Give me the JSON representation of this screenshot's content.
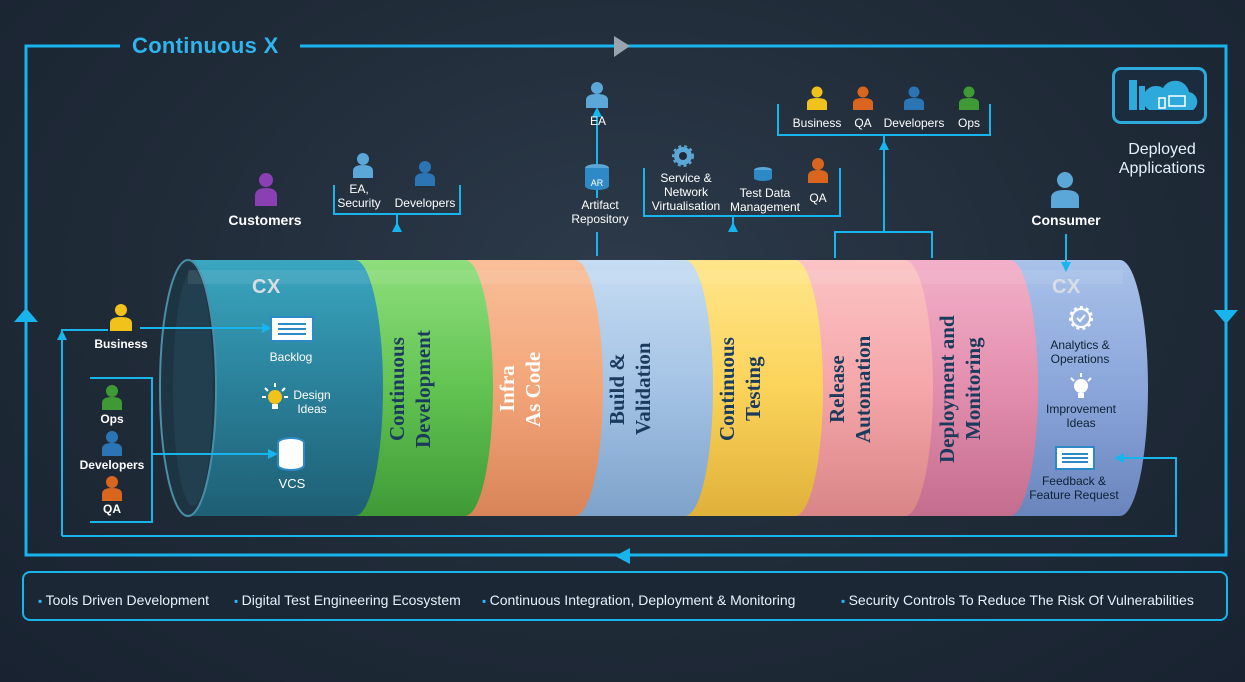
{
  "title": "Continuous X",
  "deployed": {
    "line1": "Deployed",
    "line2": "Applications"
  },
  "top_labels": {
    "customers": "Customers",
    "dev_people": [
      "EA,\nSecurity",
      "Developers"
    ],
    "ea": "EA",
    "artifact_repo": "Artifact\nRepository",
    "ar_badge": "AR",
    "testing_tools": [
      "Service &\nNetwork\nVirtualisation",
      "Test Data\nManagement",
      "QA"
    ],
    "release_people": [
      "Business",
      "QA",
      "Developers",
      "Ops"
    ],
    "consumer": "Consumer"
  },
  "left_labels": {
    "business": "Business",
    "ops": "Ops",
    "developers": "Developers",
    "qa": "QA",
    "backlog": "Backlog",
    "design_ideas": "Design\nIdeas",
    "vcs": "VCS"
  },
  "stages": [
    {
      "lines": [
        "Continuous",
        "Development"
      ],
      "color": "#6cc55d",
      "text": "#1b3a5c"
    },
    {
      "lines": [
        "Infra",
        "As Code"
      ],
      "color": "#f0a57a",
      "text": "#ffffff"
    },
    {
      "lines": [
        "Build &",
        "Validation"
      ],
      "color": "#a6c6e6",
      "text": "#1b3a5c"
    },
    {
      "lines": [
        "Continuous",
        "Testing"
      ],
      "color": "#fbd55a",
      "text": "#1b3a5c"
    },
    {
      "lines": [
        "Release",
        "Automation"
      ],
      "color": "#f6a8aa",
      "text": "#1b3a5c"
    },
    {
      "lines": [
        "Deployment and",
        "Monitoring"
      ],
      "color": "#e48fb0",
      "text": "#1b3a5c"
    }
  ],
  "cx_label": "CX",
  "right_labels": {
    "analytics": "Analytics &\nOperations",
    "improvement": "Improvement\nIdeas",
    "feedback": "Feedback &\nFeature Request"
  },
  "bottom_bullets": [
    "Tools Driven Development",
    "Digital Test Engineering Ecosystem",
    "Continuous Integration, Deployment & Monitoring",
    "Security Controls To Reduce The Risk Of Vulnerabilities"
  ],
  "colors": {
    "accent": "#17b4ee",
    "background": "#202b38",
    "cx_teal": "#2a8fa8",
    "cx_blue": "#8aa8dc"
  }
}
